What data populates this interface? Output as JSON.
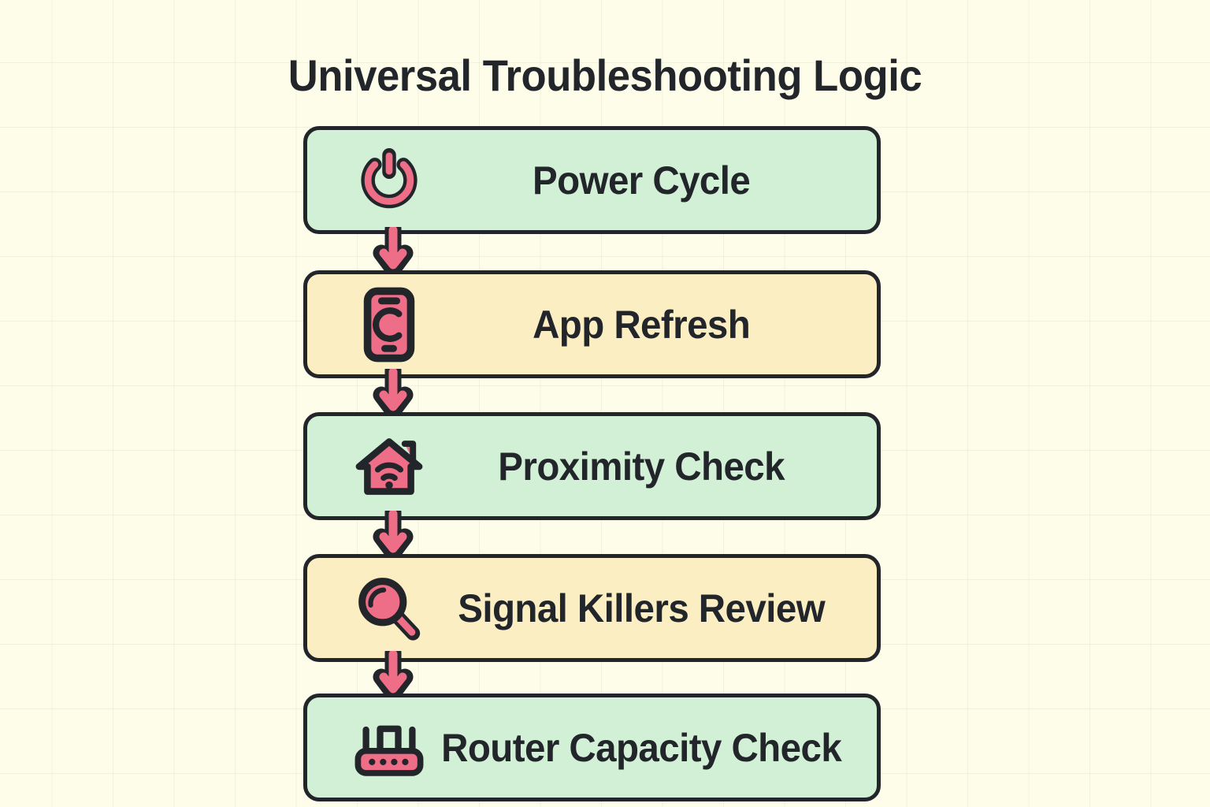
{
  "page": {
    "title": "Universal Troubleshooting Logic",
    "background_color": "#fdfdea",
    "grid": "on"
  },
  "palette": {
    "outline": "#22262b",
    "accent_pink": "#ee6d87",
    "green_fill": "#d2f0d6",
    "yellow_fill": "#fbeec2",
    "text": "#22262b"
  },
  "flowchart": {
    "type": "vertical-flow",
    "connector": "down-arrow",
    "steps": [
      {
        "label": "Power Cycle",
        "icon": "power-icon",
        "fill": "green",
        "order": 1
      },
      {
        "label": "App Refresh",
        "icon": "phone-refresh-icon",
        "fill": "yellow",
        "order": 2
      },
      {
        "label": "Proximity Check",
        "icon": "home-wifi-icon",
        "fill": "green",
        "order": 3
      },
      {
        "label": "Signal Killers Review",
        "icon": "magnifier-icon",
        "fill": "yellow",
        "order": 4
      },
      {
        "label": "Router Capacity Check",
        "icon": "router-icon",
        "fill": "green",
        "order": 5
      }
    ]
  }
}
